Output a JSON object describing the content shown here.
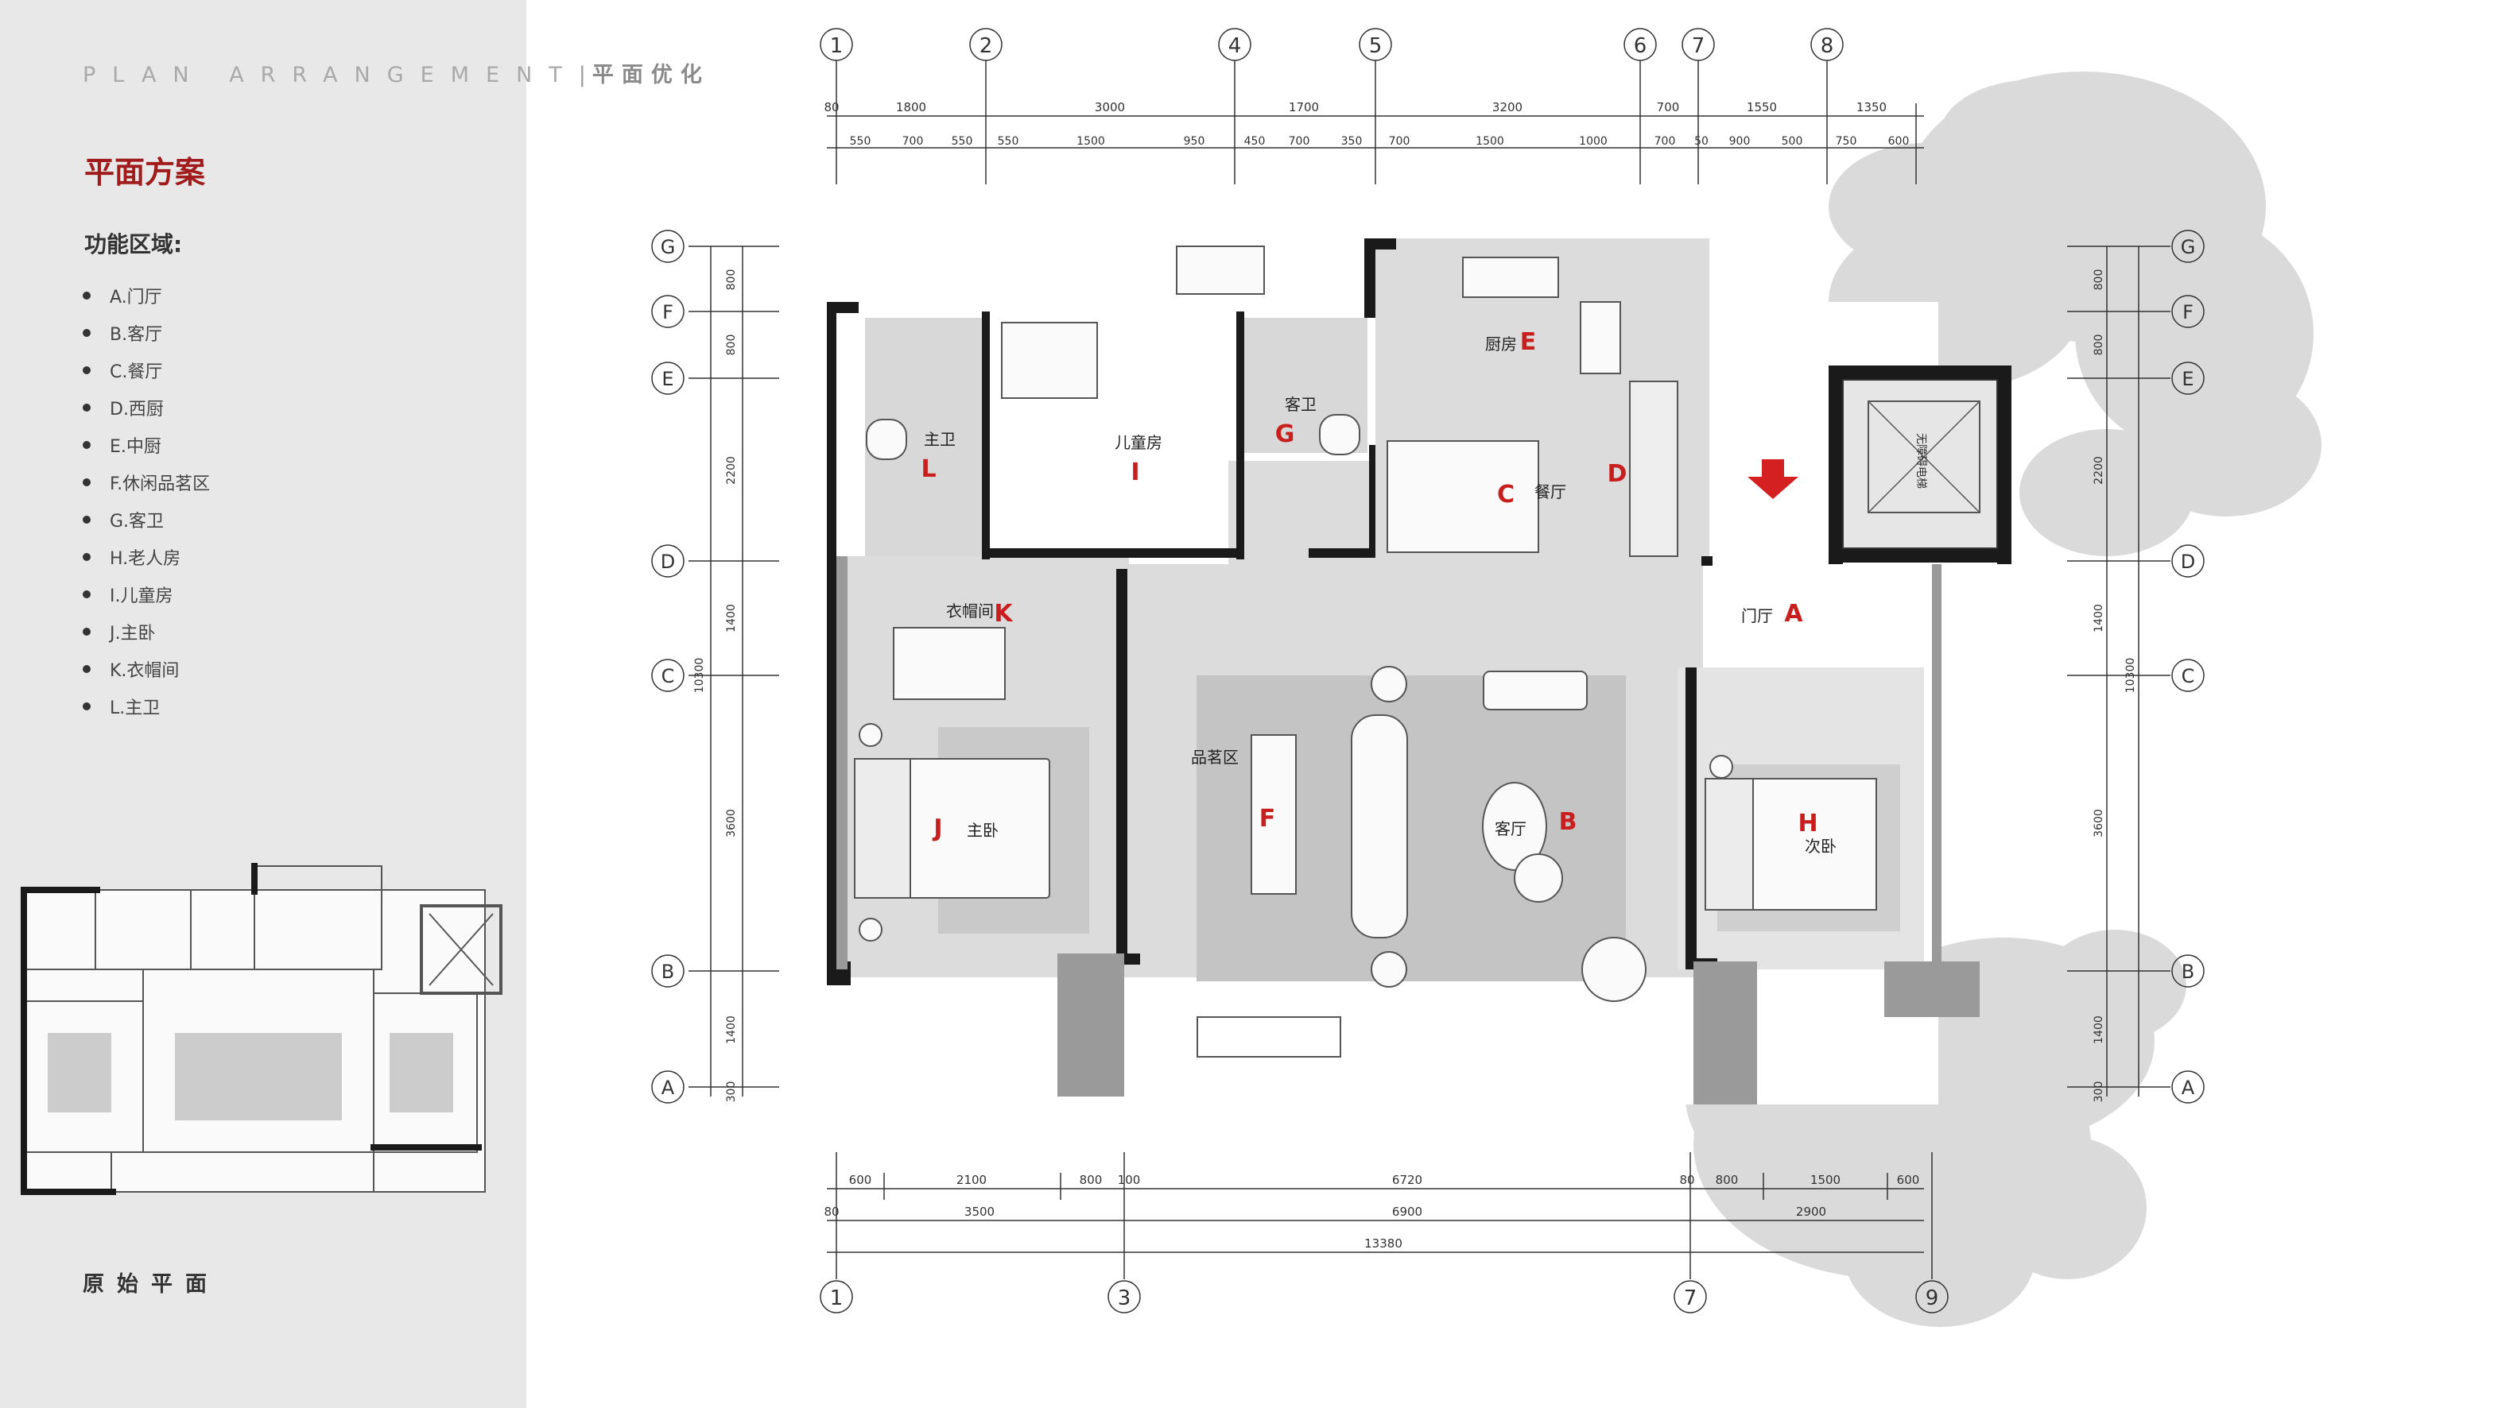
{
  "header": {
    "en": "PLAN ARRANGEMENT",
    "sep": "|",
    "cn": "平面优化"
  },
  "title": "平面方案",
  "zones_title": "功能区域:",
  "zones": [
    "A.门厅",
    "B.客厅",
    "C.餐厅",
    "D.西厨",
    "E.中厨",
    "F.休闲品茗区",
    "G.客卫",
    "H.老人房",
    "I.儿童房",
    "J.主卧",
    "K.衣帽间",
    "L.主卫"
  ],
  "original_plan_label": "原始平面",
  "plan": {
    "col_axes": [
      "1",
      "2",
      "4",
      "5",
      "6",
      "7",
      "8"
    ],
    "bottom_axes": [
      "1",
      "3",
      "7",
      "9"
    ],
    "row_axes": [
      "G",
      "F",
      "E",
      "D",
      "C",
      "B",
      "A"
    ],
    "top_dims_row1": [
      "80",
      "1800",
      "3000",
      "1700",
      "3200",
      "700",
      "1550",
      "1350"
    ],
    "top_dims_row2": [
      "550",
      "700",
      "550",
      "550",
      "1500",
      "950",
      "450",
      "700",
      "350",
      "700",
      "1500",
      "1000",
      "700",
      "50",
      "900",
      "500",
      "750",
      "600"
    ],
    "bottom_dims_row1": [
      "600",
      "2100",
      "800",
      "100",
      "6720",
      "80",
      "800",
      "1500",
      "600"
    ],
    "bottom_dims_row2": [
      "80",
      "3500",
      "6900",
      "2900"
    ],
    "bottom_total": "13380",
    "left_dims": [
      "800",
      "800",
      "2200",
      "1400",
      "3600",
      "1400",
      "300"
    ],
    "left_total": "10300",
    "right_dims": [
      "800",
      "800",
      "2200",
      "1400",
      "3600",
      "1400",
      "300"
    ],
    "right_total": "10300",
    "room_labels": {
      "kitchen": "厨房",
      "dining": "餐厅",
      "master_bath": "主卫",
      "kids_room": "儿童房",
      "guest_bath": "客卫",
      "foyer": "门厅",
      "closet": "衣帽间",
      "tea_area": "品茗区",
      "master_bed": "主卧",
      "living": "客厅",
      "second_bed": "次卧",
      "elevator": "无障碍电梯"
    },
    "zone_letters": {
      "A": "A",
      "B": "B",
      "C": "C",
      "D": "D",
      "E": "E",
      "F": "F",
      "G": "G",
      "H": "H",
      "I": "I",
      "J": "J",
      "K": "K",
      "L": "L"
    }
  },
  "colors": {
    "accent": "#a01c1c",
    "wall": "#1a1a1a",
    "zone_letter": "#c81e1e",
    "sidebar": "#e8e8e8",
    "tree": "#cfcfcf",
    "floor": "#d9d9d9"
  }
}
